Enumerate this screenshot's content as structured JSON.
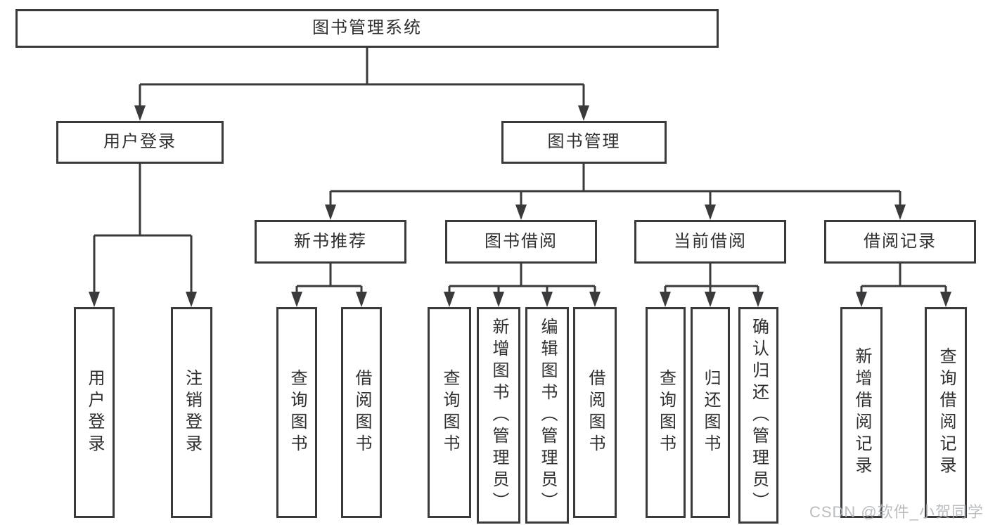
{
  "diagram": {
    "type": "hierarchy-diagram",
    "root": {
      "label": "图书管理系统"
    },
    "branches": [
      {
        "label": "用户登录",
        "children": [
          {
            "label": "用户登录"
          },
          {
            "label": "注销登录"
          }
        ]
      },
      {
        "label": "图书管理",
        "children": [
          {
            "label": "新书推荐",
            "children": [
              {
                "label": "查询图书"
              },
              {
                "label": "借阅图书"
              }
            ]
          },
          {
            "label": "图书借阅",
            "children": [
              {
                "label": "查询图书"
              },
              {
                "label": "新增图书（管理员）"
              },
              {
                "label": "编辑图书（管理员）"
              },
              {
                "label": "借阅图书"
              }
            ]
          },
          {
            "label": "当前借阅",
            "children": [
              {
                "label": "查询图书"
              },
              {
                "label": "归还图书"
              },
              {
                "label": "确认归还（管理员）"
              }
            ]
          },
          {
            "label": "借阅记录",
            "children": [
              {
                "label": "新增借阅记录"
              },
              {
                "label": "查询借阅记录"
              }
            ]
          }
        ]
      }
    ],
    "watermark": "CSDN @软件_小贺同学",
    "colors": {
      "line": "#3a3a3c",
      "box_border": "#3a3a3c",
      "text": "#2f2f31",
      "watermark": "#aeb1b5",
      "background": "#ffffff"
    }
  }
}
